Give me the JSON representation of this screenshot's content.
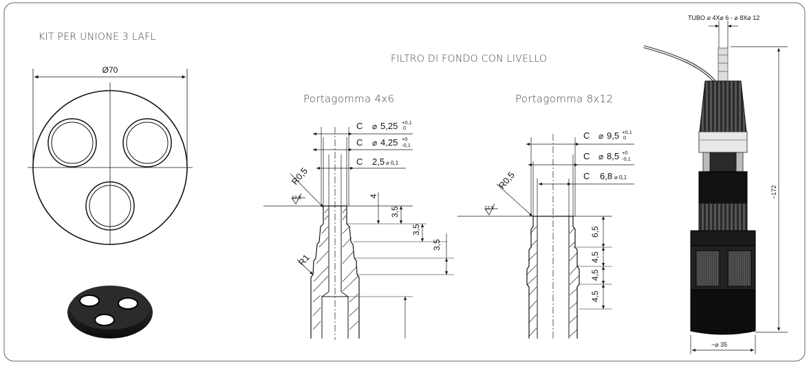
{
  "titles": {
    "kit": "KIT PER UNIONE 3 LAFL",
    "filtro": "FILTRO DI FONDO CON LIVELLO",
    "portagomma_small": "Portagomma 4x6",
    "portagomma_large": "Portagomma 8x12"
  },
  "kit_drawing": {
    "diameter": "Ø70"
  },
  "portagomma_4x6": {
    "radius_top": "R0,5",
    "radius_bottom": "R1",
    "roughness": "12,5",
    "callouts": [
      {
        "c": "C",
        "sym": "⌀",
        "value": "5,25",
        "tol_up": "+0,1",
        "tol_down": "0"
      },
      {
        "c": "C",
        "sym": "⌀",
        "value": "4,25",
        "tol_up": "+0",
        "tol_down": "-0,1"
      },
      {
        "c": "C",
        "sym": "",
        "value": "2,5",
        "tol": "⌀ 0,1"
      }
    ],
    "dims": [
      "4",
      "3,5",
      "3,5",
      "3,5"
    ]
  },
  "portagomma_8x12": {
    "radius_top": "R0,5",
    "roughness": "12,5",
    "callouts": [
      {
        "c": "C",
        "sym": "⌀",
        "value": "9,5",
        "tol_up": "+0,1",
        "tol_down": "0"
      },
      {
        "c": "C",
        "sym": "⌀",
        "value": "8,5",
        "tol_up": "+0",
        "tol_down": "-0,1"
      },
      {
        "c": "C",
        "sym": "",
        "value": "6,8",
        "tol": "⌀ 0,1"
      }
    ],
    "dims": [
      "6,5",
      "4,5",
      "4,5",
      "4,5"
    ]
  },
  "filter": {
    "tubo": "TUBO ⌀ 4X⌀ 6 - ⌀ 8X⌀ 12",
    "height": "~172",
    "width": "~⌀ 35"
  }
}
